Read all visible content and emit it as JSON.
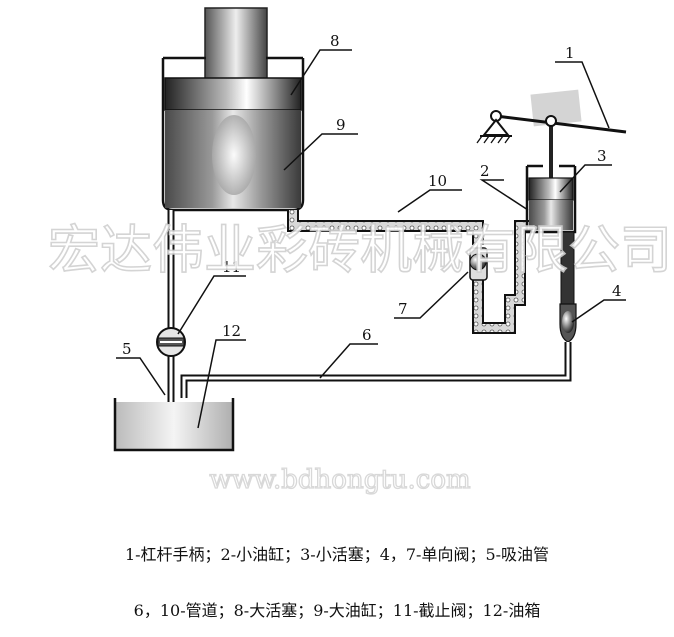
{
  "labels": {
    "n1": "1",
    "n2": "2",
    "n3": "3",
    "n4": "4",
    "n5": "5",
    "n6": "6",
    "n7": "7",
    "n8": "8",
    "n9": "9",
    "n10": "10",
    "n11": "11",
    "n12": "12"
  },
  "legend": {
    "line1": "1-杠杆手柄；2-小油缸；3-小活塞；4，7-单向阀；5-吸油管",
    "line2": "6，10-管道；8-大活塞；9-大油缸；11-截止阀；12-油箱"
  },
  "watermark": {
    "chinese": "宏达伟业彩砖机械有限公司",
    "url": "www.bdhongtu.com"
  }
}
